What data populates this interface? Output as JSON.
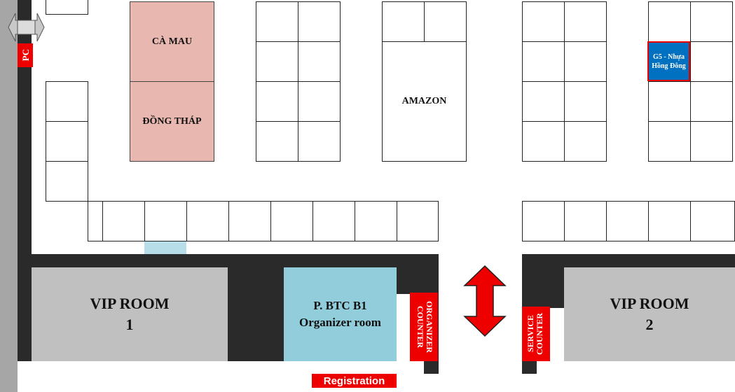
{
  "pc_label": "PC",
  "booths": {
    "ca_mau": "CÀ MAU",
    "dong_thap": "ĐỒNG THÁP",
    "amazon": "AMAZON",
    "g5": "G5 - Nhựa Hồng Đông"
  },
  "rooms": {
    "vip1_line1": "VIP ROOM",
    "vip1_line2": "1",
    "organizer_line1": "P. BTC B1",
    "organizer_line2": "Organizer room",
    "vip2_line1": "VIP ROOM",
    "vip2_line2": "2"
  },
  "counters": {
    "organizer": "ORGANIZER COUNTER",
    "service": "SERVICE COUNTER"
  },
  "registration": "Registration",
  "colors": {
    "wall": "#2a2a2a",
    "corridor": "#a6a6a6",
    "vip_room": "#c0c0c0",
    "organizer_room": "#92cddc",
    "pink_booth": "#e8b8b0",
    "red": "#ee0000",
    "g5_blue": "#0070c0"
  }
}
